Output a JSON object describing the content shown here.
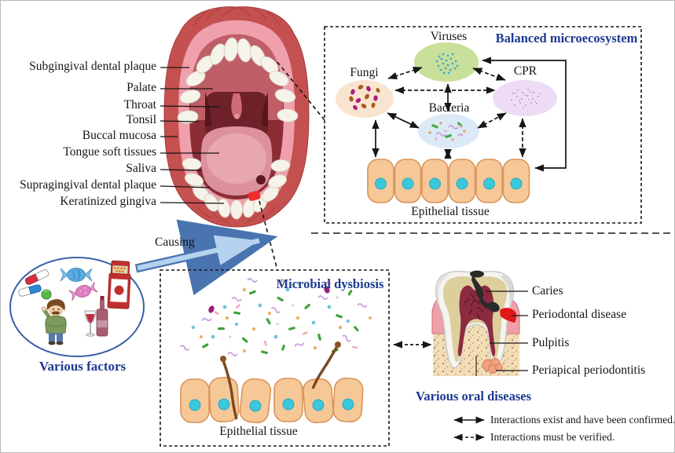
{
  "colors": {
    "accent_navy": "#1d3a92",
    "causing_arrow_fill": "#b5d2ee",
    "causing_arrow_edge": "#4a74b0",
    "viruses_oval": "#c9e09b",
    "fungi_oval": "#f9e4d0",
    "cpr_oval": "#eedcf6",
    "bacteria_oval": "#dceaf8",
    "epithelial_cell": "#f6c897",
    "nucleus": "#3cc8dc",
    "periodontal_red": "#e01818"
  },
  "mouth": {
    "labels": [
      "Subgingival dental plaque",
      "Palate",
      "Throat",
      "Tonsil",
      "Buccal mucosa",
      "Tongue soft tissues",
      "Saliva",
      "Supragingival dental plaque",
      "Keratinized gingiva"
    ]
  },
  "flow": {
    "causing": "Causing"
  },
  "factors": {
    "title": "Various factors",
    "icons": [
      "pills-icon",
      "candy-icon",
      "cigarette-pack-icon",
      "man-icon",
      "wine-icon"
    ]
  },
  "ecosystem": {
    "title": "Balanced microecosystem",
    "nodes": {
      "viruses": "Viruses",
      "fungi": "Fungi",
      "cpr": "CPR",
      "bacteria": "Bacteria"
    },
    "epithelial": "Epithelial tissue"
  },
  "dysbiosis": {
    "title": "Microbial dysbiosis",
    "epithelial": "Epithelial tissue"
  },
  "diseases": {
    "title": "Various oral diseases",
    "labels": [
      "Caries",
      "Periodontal disease",
      "Pulpitis",
      "Periapical periodontitis"
    ]
  },
  "legend": {
    "items": [
      {
        "style": "solid",
        "label": "Interactions exist and have been confirmed."
      },
      {
        "style": "dashed",
        "label": "Interactions must be verified."
      }
    ]
  }
}
